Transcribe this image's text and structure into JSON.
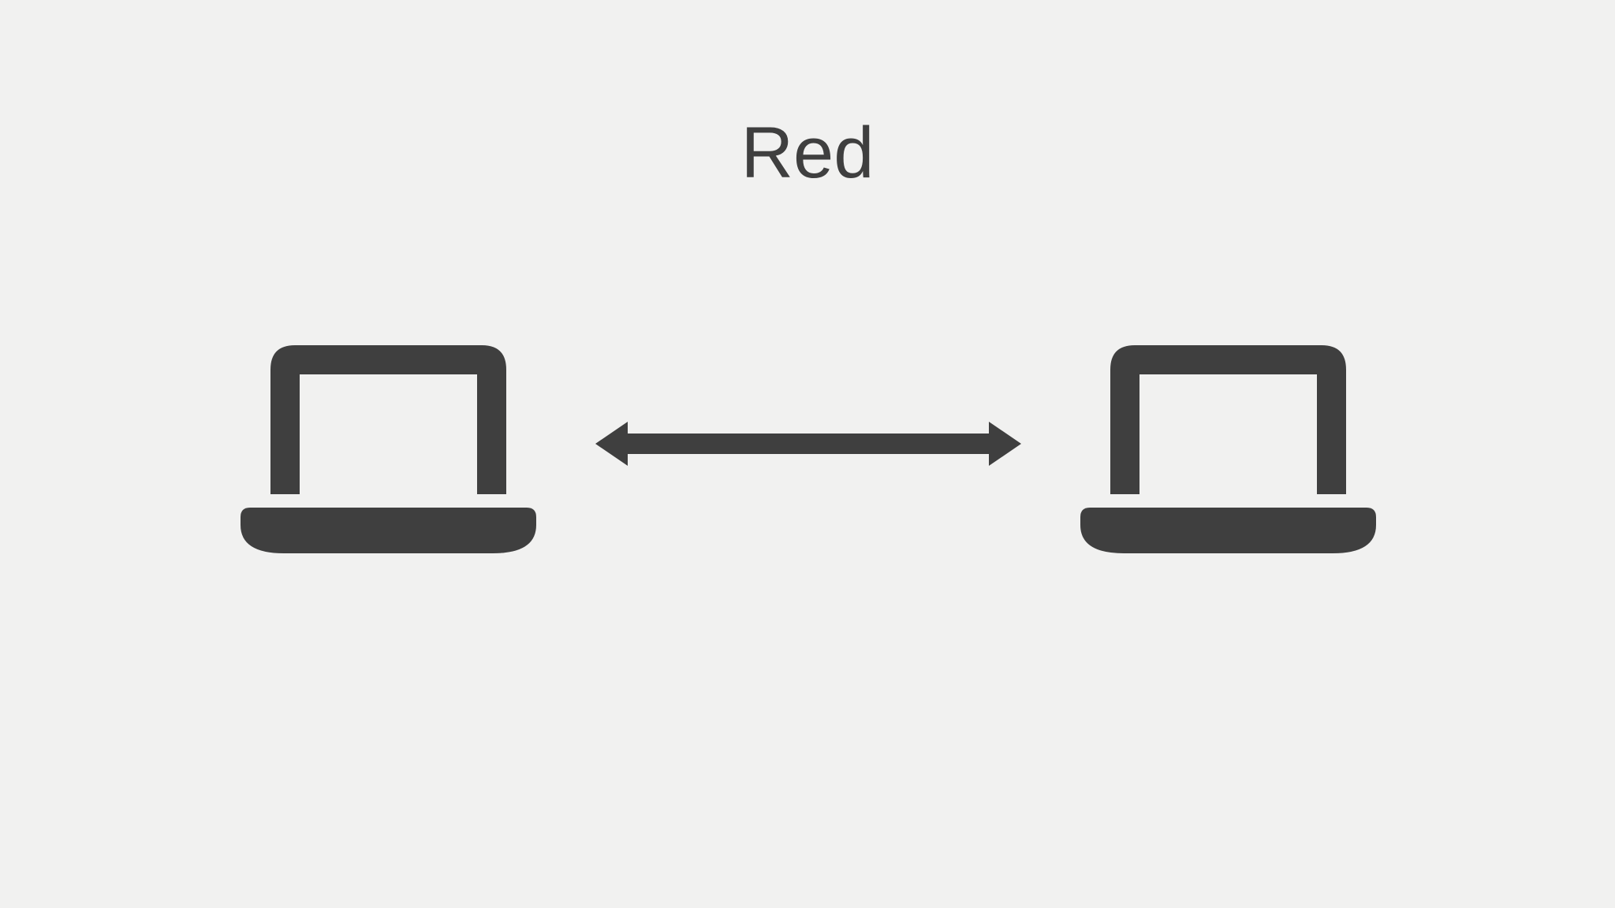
{
  "theme": {
    "background": "#f1f1f0",
    "ink": "#3f3f3f"
  },
  "diagram": {
    "title": "Red",
    "nodes": [
      {
        "id": "laptop-left",
        "icon": "laptop-icon",
        "label": ""
      },
      {
        "id": "laptop-right",
        "icon": "laptop-icon",
        "label": ""
      }
    ],
    "connector": {
      "type": "arrow",
      "direction": "bidirectional",
      "from": "laptop-left",
      "to": "laptop-right"
    }
  }
}
